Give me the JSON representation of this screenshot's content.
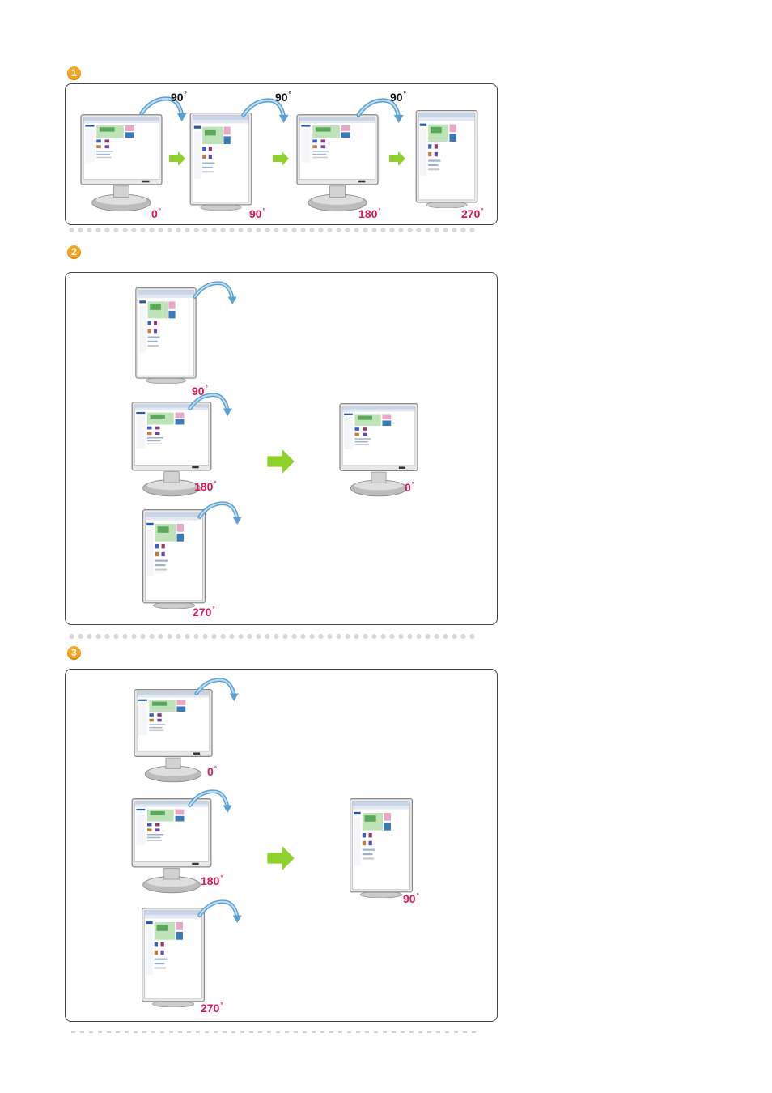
{
  "steps": [
    {
      "number": "1"
    },
    {
      "number": "2"
    },
    {
      "number": "3"
    }
  ],
  "deg_symbol": "°",
  "step1": {
    "rotation_labels": [
      "90",
      "90",
      "90"
    ],
    "monitor_labels": [
      "0",
      "90",
      "180",
      "270"
    ]
  },
  "step2": {
    "source_labels": [
      "90",
      "180",
      "270"
    ],
    "result_label": "0"
  },
  "step3": {
    "source_labels": [
      "0",
      "180",
      "270"
    ],
    "result_label": "90"
  },
  "colors": {
    "badge": "#f5a623",
    "degree_text": "#d8145a",
    "rotation_arrow": "#5aa0d0",
    "flow_arrow": "#8fd12a"
  }
}
